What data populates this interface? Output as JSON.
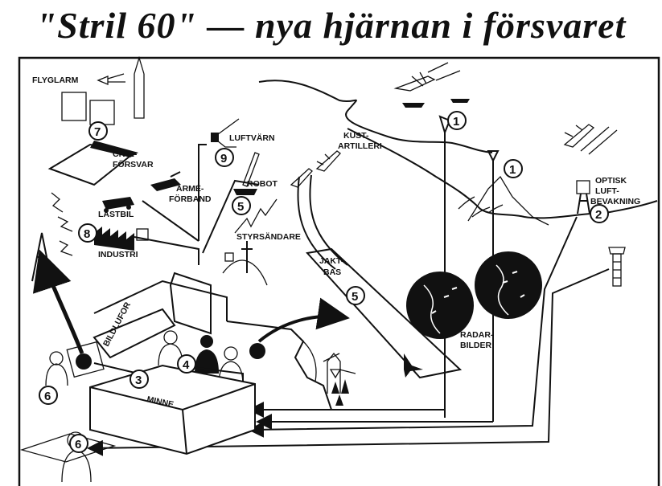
{
  "title": "\"Stril 60\" — nya hjärnan i försvaret",
  "labels": {
    "flyglarm": "FLYGLARM",
    "civil_line1": "CIVIL-",
    "civil_line2": "FÖRSVAR",
    "arme_line1": "ARMÉ-",
    "arme_line2": "FÖRBAND",
    "lastbil": "LASTBIL",
    "industri": "INDUSTRI",
    "luftvarn": "LUFTVÄRN",
    "robot": "ROBOT",
    "styrsandare": "STYRSÄNDARE",
    "kust_line1": "KUST-",
    "kust_line2": "ARTILLERI",
    "optisk_line1": "OPTISK",
    "optisk_line2": "LUFT-",
    "optisk_line3": "BEVAKNING",
    "jaktbas_line1": "JAKT-",
    "jaktbas_line2": "BAS",
    "radar_line1": "RADAR-",
    "radar_line2": "BILDER",
    "bildlufor": "BILDLUFOR",
    "minne": "MINNE"
  },
  "numbers": {
    "n1a": "1",
    "n1b": "1",
    "n2": "2",
    "n3": "3",
    "n4": "4",
    "n5a": "5",
    "n5b": "5",
    "n6a": "6",
    "n6b": "6",
    "n7": "7",
    "n8": "8",
    "n9": "9"
  }
}
